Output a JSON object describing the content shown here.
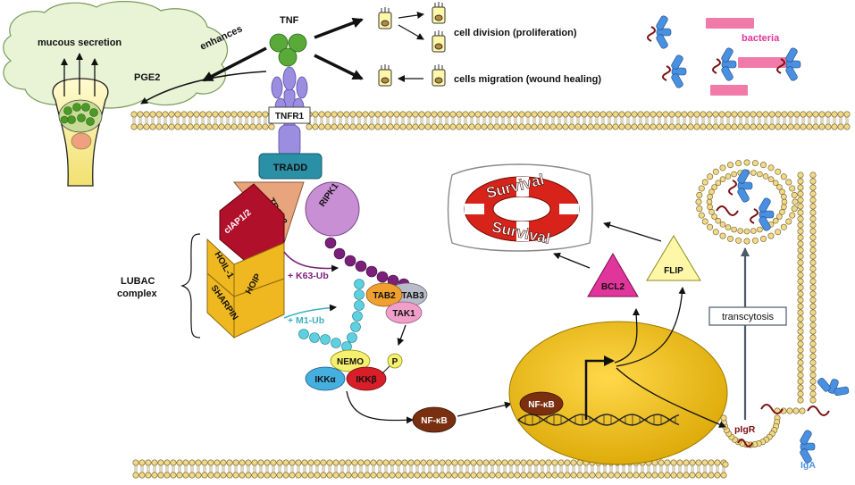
{
  "labels": {
    "tnf": "TNF",
    "cell_division": "cell division (proliferation)",
    "cell_migration": "cells migration (wound healing)",
    "mucous_secretion": "mucous secretion",
    "enhances": "enhances",
    "pge2": "PGE2",
    "bacteria": "bacteria",
    "tnfr1": "TNFR1",
    "tradd": "TRADD",
    "traf2": "TRAF2",
    "ripk1": "RIPK1",
    "ciap": "cIAP1/2",
    "hoil": "HOIL-1",
    "hoip": "HOIP",
    "sharpin": "SHARPIN",
    "lubac_line1": "LUBAC",
    "lubac_line2": "complex",
    "k63": "+ K63-Ub",
    "m1": "+ M1-Ub",
    "tab2": "TAB2",
    "tab3": "TAB3",
    "tak1": "TAK1",
    "phospho": "P",
    "nemo": "NEMO",
    "ikka": "IKKα",
    "ikkb": "IKKβ",
    "nfkb_cyto": "NF-κB",
    "nfkb_nuc": "NF-κB",
    "survival_top": "Survival",
    "survival_bottom": "Survival",
    "bcl2": "BCL2",
    "flip": "FLIP",
    "transcytosis": "transcytosis",
    "pigr": "pIgR",
    "iga": "IgA"
  },
  "colors": {
    "membrane_bead": "#f2d98a",
    "receptor": "#9b8ee0",
    "tradd": "#2b8fa6",
    "traf2": "#e8a47c",
    "ripk1": "#c88fd4",
    "ciap": "#b0102a",
    "lubac": "#f0b820",
    "k63_ub": "#7a1f7a",
    "m1_ub": "#5fd0e0",
    "tab2": "#f0a030",
    "tab3": "#b8bcc8",
    "tak1": "#f0a0c8",
    "nemo": "#f5f070",
    "ikka": "#45b0e0",
    "ikkb": "#d81e28",
    "nfkb": "#7a3010",
    "nucleus": "#f0c000",
    "bcl2": "#e0359a",
    "flip": "#fff7a8",
    "antibody": "#4a90e0",
    "bacteria": "#f07aa8",
    "tnf": "#5aaa3a",
    "cell_body": "#fff7a8"
  }
}
